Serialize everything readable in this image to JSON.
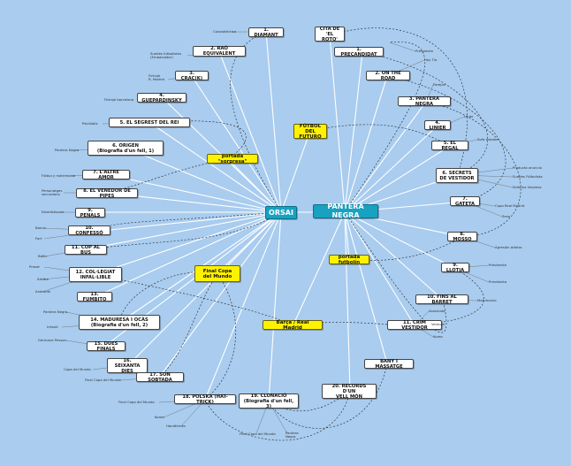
{
  "hubs": {
    "orsai": "ORSAI",
    "pantera": "PANTERA NEGRA"
  },
  "left": {
    "diamant": "1. DIAMANT",
    "rao": "2. RAÓ EQUIVALENT",
    "crac": "3. CRAC(K)",
    "guepardinsky": "4. GUEPARDINSKY",
    "segrest": "5. EL SEGREST DEL REI",
    "origen": "6. ORIGEN\n(Biografia d'un fell, 1)",
    "altre_amor": "7. L'ALTRE AMOR",
    "venedor": "8. EL VENEDOR DE PIPES",
    "penals": "9. PENALS",
    "confesso": "10. CONFESSÓ",
    "cop_bus": "11. COP AL BUS",
    "col_legiat": "12. COL·LEGIAT\nINFAL·LIBLE",
    "fumbito": "13. FUMBITO",
    "maduresa": "14. MADURESA I OCÀS\n(Biografia d'un fell, 2)",
    "dues_finals": "15. DUES FINALS",
    "seixanta": "16. SEIXANTA\nDIES",
    "son_sobtada": "17. SON SOBTADA",
    "polska": "18. POLSKA (HAT-TRICK)",
    "clonacio": "19. CLONACIÓ\n(Biografia d'un fell, 3)"
  },
  "right": {
    "cita": "CITA DE\n'EL ROTO'",
    "precandidat": "1. PRECANDIDAT",
    "on_road": "2. ON THE ROAD",
    "pantera_negra": "3. PANTERA NEGRA",
    "linier": "4. LINIER",
    "regal": "5. EL REGAL",
    "secrets": "6. SECRETS\nDE VESTIDOR",
    "gateta": "7. GATETA",
    "mosso": "8. MOSSO",
    "llotja": "9. LLOTJA",
    "fins_barret": "10. FINS AL BARRET",
    "crim": "11. CRIM VESTIDOR",
    "bany": "BANY I MASSATGE",
    "records": "20. RECORDS D'UN\nVELL MÓN"
  },
  "yellow": {
    "futbol_futuro": "FÚTBOL\nDEL FUTURO",
    "portada_sorpresa": "portada \"sorpresa\"",
    "portada_futbolin": "portada futbolín",
    "final_copa": "Final Copa\ndel Mundo",
    "barca_madrid": "Barça / Real Madrid"
  },
  "leaves": {
    "l_costalectra": "Constatèctica",
    "l_suedes": "Suedes futbolistes\n(Embaixador)",
    "l_fichaje": "Fichaje\nR. Madrid",
    "l_fichaje_barca": "Fichaje barcelona",
    "l_psicologia": "Psicòlotis",
    "l_pantera_negra": "Pantera Negra",
    "l_futbol_matrimoni": "Fútbol y matrimonio",
    "l_personatges": "Personatges\nsecundaris",
    "l_estadistiques": "Estadístiques",
    "l_banco": "Banco",
    "l_fort": "Fort",
    "l_bafiu": "Bafiu",
    "l_preset": "Preset",
    "l_arbitre": "Àrbitre",
    "l_androide": "Androide",
    "l_pantera_negra2": "Pantera Negra",
    "l_infusio": "Infusió",
    "l_germana": "Germana Pessoa",
    "l_copa_mon": "Copa del Mundo",
    "l_final_copa": "Final Copa del Mundo",
    "l_final_copa2": "Final Copa del Mundo",
    "l_korea": "Korea",
    "l_hatdrek": "Handthreks",
    "l_final_copa3": "Final Copa del Mundo",
    "l_pantera_negra3": "Pantera\nNegra",
    "l_presidente": "Presidente",
    "l_hay_tio": "Hay Tío",
    "l_parejas": "Parejas",
    "l_linier": "Linier",
    "l_sofa": "Sofa estado",
    "l_producto": "Producto anuncio",
    "l_suedes_fut": "Suedes Fútbolista",
    "l_selector": "Seletina limpiesa",
    "l_copa_rey": "Copa Real Madrid",
    "l_sexo": "Sexo",
    "l_agresion": "Agresión árbitro",
    "l_presidente2": "Presidente",
    "l_presidenta": "Presidenta",
    "l_matrimonio": "Matrimonio",
    "l_asesinato": "Asesinato",
    "l_vestuari": "Vestuari",
    "l_korea2": "Korea"
  }
}
